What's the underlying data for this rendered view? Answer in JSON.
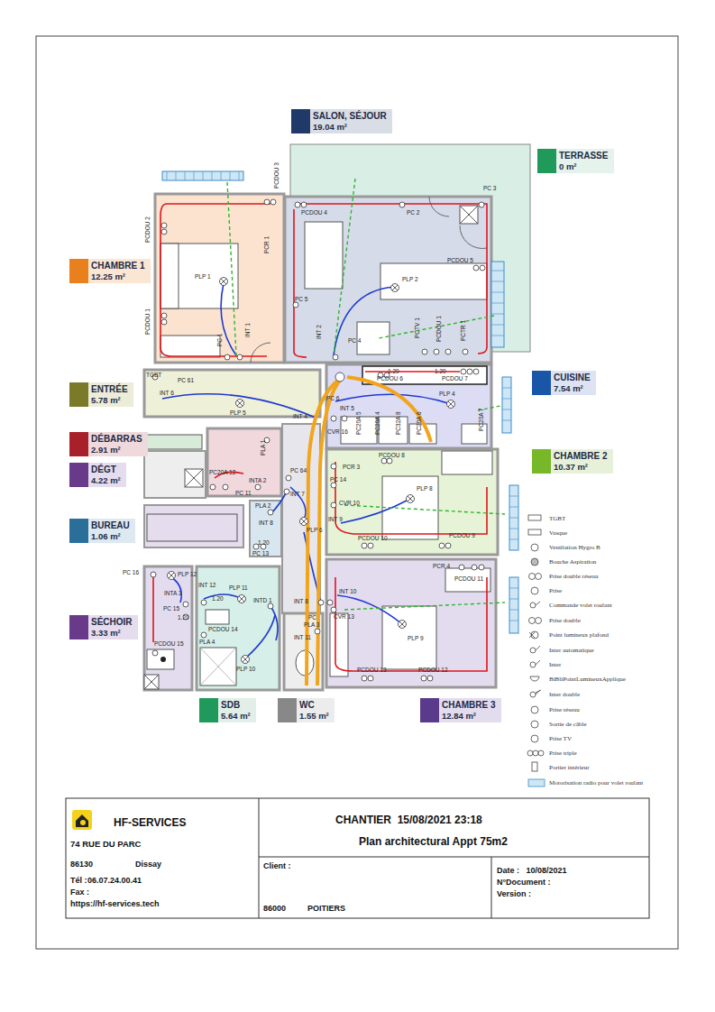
{
  "diagram": {
    "nodes": [
      {
        "text": [
          "SALON, SÉJOUR",
          "19.04 m²"
        ]
      },
      {
        "text": [
          "TERRASSE",
          "0 m²"
        ]
      },
      {
        "text": [
          "CHAMBRE 1",
          "12.25 m²"
        ]
      },
      {
        "text": [
          "ENTRÉE",
          "5.78 m²"
        ]
      },
      {
        "text": [
          "CUISINE",
          "7.54 m²"
        ]
      },
      {
        "text": [
          "DÉBARRAS",
          "2.91 m²"
        ]
      },
      {
        "text": [
          "CHAMBRE 2",
          "10.37 m²"
        ]
      },
      {
        "text": [
          "DÉGT",
          "4.22 m²"
        ]
      },
      {
        "text": [
          "BUREAU",
          "1.06 m²"
        ]
      },
      {
        "text": [
          "SÉCHOIR",
          "3.33 m²"
        ]
      },
      {
        "text": [
          "SDB",
          "5.64 m²"
        ]
      },
      {
        "text": [
          "WC",
          "1.55 m²"
        ]
      },
      {
        "text": [
          "CHAMBRE 3",
          "12.84 m²"
        ]
      },
      {
        "text": [
          "HF-SERVICES",
          "74 RUE DU PARC",
          "86130",
          "Dissay",
          "Tél :",
          "06.07.24.00.41",
          "Fax :",
          "https://hf-services.tech"
        ]
      },
      {
        "text": [
          "CHANTIER  15/08/2021 23:18",
          "Plan architectural Appt 75m2"
        ]
      },
      {
        "text": [
          "Client :",
          "86000",
          "POITIERS"
        ]
      },
      {
        "text": [
          "Date :   10/08/2021",
          "N°Document :",
          "Version :"
        ]
      }
    ],
    "labels": [
      "PCDOU 3",
      "PCDOU 2",
      "PCR 1",
      "PLP 1",
      "PCDOU 1",
      "PC 1",
      "INT 1",
      "PCDOU 4",
      "PC 2",
      "PC 3",
      "PLP 2",
      "PCDOU 5",
      "PC 5",
      "INT 2",
      "PC 4",
      "PCTV 1",
      "PCDOU 1",
      "PCTR 1",
      "TGBT",
      "PC 61",
      "INT 6",
      "PLP 5",
      "INT 4",
      "1.20",
      "PCDOU 6",
      "1.20",
      "PCDOU 7",
      "PC 6",
      "INT 5",
      "PLP 4",
      "PC20A 5",
      "PC20A 4",
      "PC32A 8",
      "PC20A 6",
      "PC20A 7",
      "CVR 16",
      "PCR 3",
      "PCDOU 8",
      "PC 14",
      "PLP 8",
      "CVR 10",
      "INT 9",
      "PCDOU 10",
      "PCDOU 9",
      "PLA 1",
      "PC20A 12",
      "INTA 2",
      "PC 11",
      "PC 64",
      "INT 7",
      "PLA 2",
      "INT 8",
      "1.20",
      "PC 13",
      "PLP 6",
      "INT 8",
      "PC",
      "PLA 3",
      "INT 11",
      "PCR 4",
      "PCDOU 11",
      "INT 10",
      "CVR 13",
      "PLP 9",
      "PCDOU 13",
      "PCDOU 12",
      "PC 16",
      "PLP 12",
      "INTA 3",
      "PC 15",
      "1.20",
      "PCDOU 15",
      "INT 12",
      "1.20",
      "PLP 11",
      "INTD 1",
      "PCDOU 14",
      "PLA 4",
      "PLP 10"
    ],
    "legend": [
      {
        "text": "TGBT"
      },
      {
        "text": "Vasque"
      },
      {
        "text": "Ventilation Hygro B"
      },
      {
        "text": "Bouche Aspiration"
      },
      {
        "text": "Prise double réseau"
      },
      {
        "text": "Prise"
      },
      {
        "text": "Commande volet roulant"
      },
      {
        "text": "Prise double"
      },
      {
        "text": "Point lumineux plafond"
      },
      {
        "text": "Inter automatique"
      },
      {
        "text": "Inter"
      },
      {
        "text": "BiBliPointLumineuxApplique"
      },
      {
        "text": "Inter double"
      },
      {
        "text": "Prise réseau"
      },
      {
        "text": "Sortie de câble"
      },
      {
        "text": "Prise TV"
      },
      {
        "text": "Prise triple"
      },
      {
        "text": "Portier intérieur"
      },
      {
        "text": "Motorisation radio pour volet roulant"
      }
    ]
  }
}
